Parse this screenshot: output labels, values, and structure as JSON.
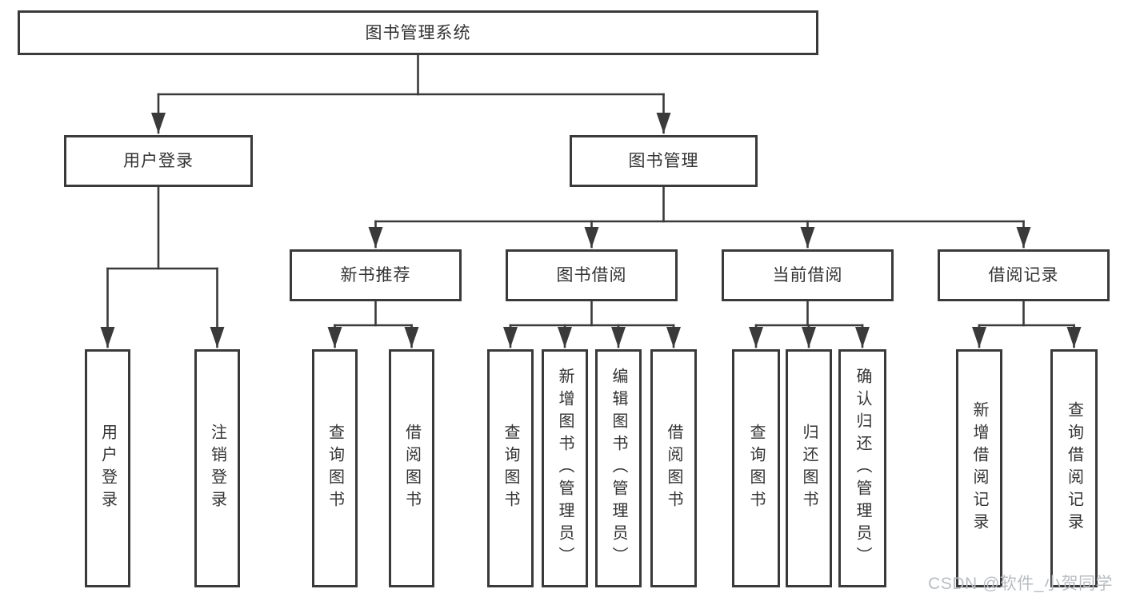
{
  "title": "图书管理系统",
  "tree": {
    "user_login": {
      "label": "用户登录",
      "children": [
        "用户登录",
        "注销登录"
      ]
    },
    "book_mgmt": {
      "label": "图书管理",
      "sections": [
        {
          "label": "新书推荐",
          "children": [
            "查询图书",
            "借阅图书"
          ]
        },
        {
          "label": "图书借阅",
          "children": [
            "查询图书",
            "新增图书（管理员）",
            "编辑图书（管理员）",
            "借阅图书"
          ]
        },
        {
          "label": "当前借阅",
          "children": [
            "查询图书",
            "归还图书",
            "确认归还（管理员）"
          ]
        },
        {
          "label": "借阅记录",
          "children": [
            "新增借阅记录",
            "查询借阅记录"
          ]
        }
      ]
    }
  },
  "watermark": "CSDN @软件_小贺同学",
  "colors": {
    "line": "#3a3a3a",
    "text": "#333333",
    "box_bg": "#ffffff",
    "background": "#ffffff",
    "watermark": "#b9bdc2"
  }
}
